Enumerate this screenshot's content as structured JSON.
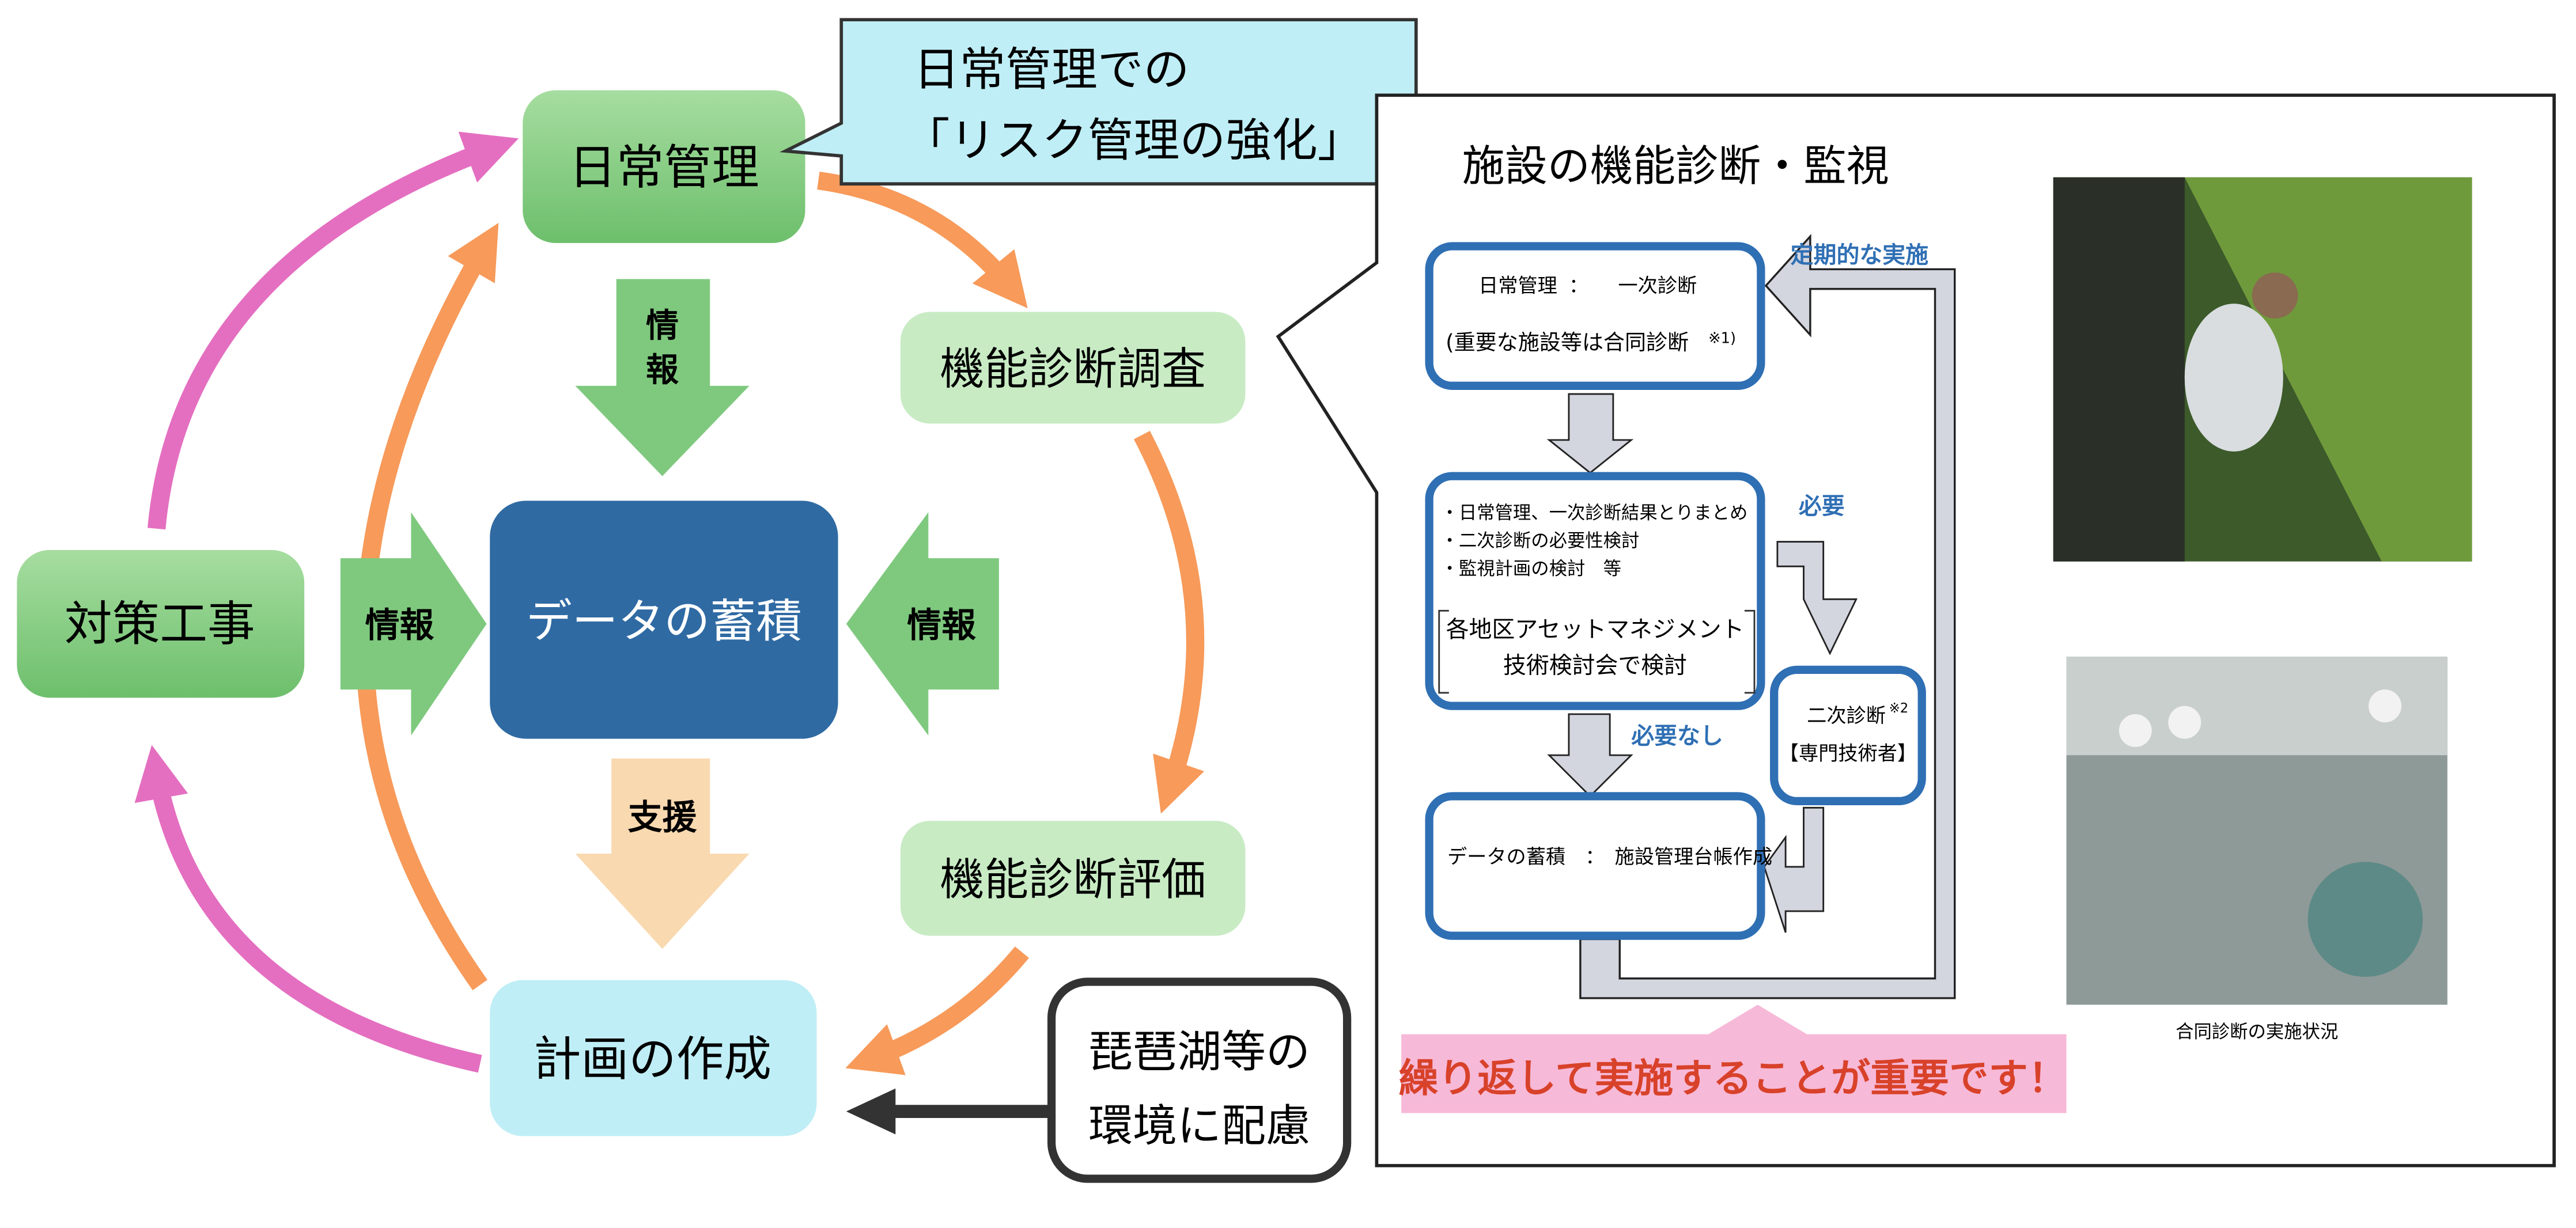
{
  "cycle": {
    "daily_management": "日常管理",
    "function_survey": "機能診断調査",
    "function_evaluation": "機能診断評価",
    "plan_creation": "計画の作成",
    "countermeasure_work": "対策工事",
    "data_accumulation": "データの蓄積",
    "info_top": [
      "情",
      "報"
    ],
    "info_left": "情報",
    "info_right": "情報",
    "support": "支援"
  },
  "callout": {
    "line1": "日常管理での",
    "line2": "「リスク管理の強化」"
  },
  "environment_box": {
    "line1": "琵琶湖等の",
    "line2": "環境に配慮"
  },
  "panel": {
    "title": "施設の機能診断・監視",
    "periodic_label": "定期的な実施",
    "box1": {
      "line1_left": "日常管理",
      "line1_sep": "：",
      "line1_right": "一次診断",
      "line2": "(重要な施設等は合同診断",
      "note": "※1)"
    },
    "box2": {
      "bullets": [
        "・日常管理、一次診断結果とりまとめ",
        "・二次診断の必要性検討",
        "・監視計画の検討　等"
      ],
      "bracket_line1": "各地区アセットマネジメント",
      "bracket_line2": "技術検討会で検討"
    },
    "needed_label": "必要",
    "not_needed_label": "必要なし",
    "box3": {
      "line1": "二次診断",
      "note": "※2",
      "line2": "【専門技術者】"
    },
    "box4": {
      "text": "データの蓄積　：　施設管理台帳作成"
    },
    "emphasis": "繰り返して実施することが重要です！",
    "photo_caption": "合同診断の実施状況"
  },
  "colors": {
    "green": "#7fc97f",
    "light_green": "#c8ebc4",
    "dark_blue": "#2f6aa3",
    "light_blue": "#bfeef6",
    "orange": "#f79a5a",
    "pink": "#e46fc0",
    "peach": "#f9d9b0",
    "flow_blue": "#2f6fb4",
    "gray_arrow": "#d3d5df",
    "emphasis_red": "#d8422a",
    "emphasis_bg": "#f7b9d8"
  }
}
